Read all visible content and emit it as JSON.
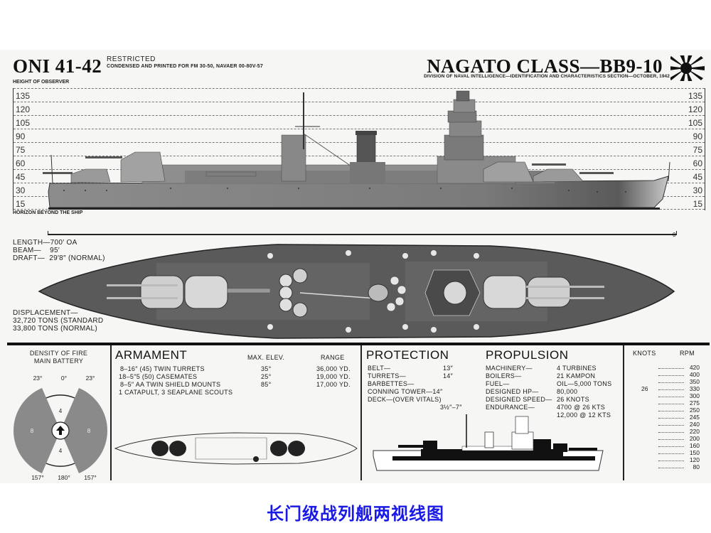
{
  "header": {
    "doc_id": "ONI 41-42",
    "restricted": "RESTRICTED",
    "condensed": "CONDENSED AND PRINTED FOR FM 30-50, NAVAER 00-80V-57",
    "class_title": "NAGATO CLASS—BB9-10",
    "division": "DIVISION OF NAVAL INTELLIGENCE—IDENTIFICATION AND CHARACTERISTICS SECTION—OCTOBER, 1942",
    "flag_icon": "rising-sun-flag-icon"
  },
  "height_chart": {
    "label_top": "HEIGHT OF OBSERVER",
    "label_bottom": "HORIZON BEYOND THE SHIP",
    "heights": [
      "135",
      "120",
      "105",
      "90",
      "75",
      "60",
      "45",
      "30",
      "15"
    ],
    "scale_zero": "0"
  },
  "dimensions": {
    "length": "LENGTH—700′ OA",
    "beam": "BEAM—    95′",
    "draft": "DRAFT—  29′8″ (NORMAL)",
    "displacement_label": "DISPLACEMENT—",
    "displacement_standard": "32,720 TONS (STANDARD",
    "displacement_normal": "33,800 TONS (NORMAL)"
  },
  "density_of_fire": {
    "title_line1": "DENSITY OF FIRE",
    "title_line2": "MAIN BATTERY",
    "angles_top": [
      "23°",
      "0°",
      "23°"
    ],
    "angles_bottom": [
      "157°",
      "180°",
      "157°"
    ],
    "sector_fore": "4",
    "sector_aft": "4",
    "sector_port": "8",
    "sector_starboard": "8"
  },
  "armament": {
    "title": "ARMAMENT",
    "col_elev": "MAX. ELEV.",
    "col_range": "RANGE",
    "rows": [
      {
        "weapon": "8–16″ (45) TWIN TURRETS",
        "elev": "35°",
        "range": "36,000 YD."
      },
      {
        "weapon": "18–5″5 (50) CASEMATES",
        "elev": "25°",
        "range": "19,000 YD."
      },
      {
        "weapon": "8–5″ AA TWIN SHIELD MOUNTS",
        "elev": "85°",
        "range": "17,000 YD."
      },
      {
        "weapon": "1 CATAPULT, 3 SEAPLANE SCOUTS",
        "elev": "",
        "range": ""
      }
    ]
  },
  "protection": {
    "title": "PROTECTION",
    "rows": [
      {
        "label": "BELT—",
        "value": "13″"
      },
      {
        "label": "TURRETS—",
        "value": "14″"
      },
      {
        "label": "BARBETTES—",
        "value": ""
      },
      {
        "label": "CONNING TOWER—14″",
        "value": ""
      },
      {
        "label": "DECK—(OVER VITALS)",
        "value": ""
      },
      {
        "label": "",
        "value": "3½″–7″"
      }
    ]
  },
  "propulsion": {
    "title": "PROPULSION",
    "rows": [
      {
        "label": "MACHINERY—",
        "value": "4 TURBINES"
      },
      {
        "label": "BOILERS—",
        "value": "21 KAMPON"
      },
      {
        "label": "FUEL—",
        "value": "OIL—5,000 TONS"
      },
      {
        "label": "DESIGNED HP—",
        "value": "80,000"
      },
      {
        "label": "DESIGNED SPEED—",
        "value": "26 KNOTS"
      },
      {
        "label": "ENDURANCE—",
        "value": "4700 @ 26 KTS"
      },
      {
        "label": "",
        "value": "12,000 @ 12 KTS"
      }
    ]
  },
  "speed_table": {
    "col_knots": "KNOTS",
    "col_rpm": "RPM",
    "rows": [
      {
        "knots": "",
        "rpm": "420"
      },
      {
        "knots": "",
        "rpm": "400"
      },
      {
        "knots": "",
        "rpm": "350"
      },
      {
        "knots": "26",
        "rpm": "330"
      },
      {
        "knots": "",
        "rpm": "300"
      },
      {
        "knots": "",
        "rpm": "275"
      },
      {
        "knots": "",
        "rpm": "250"
      },
      {
        "knots": "",
        "rpm": "245"
      },
      {
        "knots": "",
        "rpm": "240"
      },
      {
        "knots": "",
        "rpm": "220"
      },
      {
        "knots": "",
        "rpm": "200"
      },
      {
        "knots": "",
        "rpm": "160"
      },
      {
        "knots": "",
        "rpm": "150"
      },
      {
        "knots": "",
        "rpm": "120"
      },
      {
        "knots": "",
        "rpm": "80"
      }
    ]
  },
  "caption": "长门级战列舰两视线图",
  "colors": {
    "caption": "#1a1ae6",
    "hull_dark": "#4a4a4a",
    "hull_mid": "#8a8a8a",
    "paper": "#f6f6f4"
  }
}
